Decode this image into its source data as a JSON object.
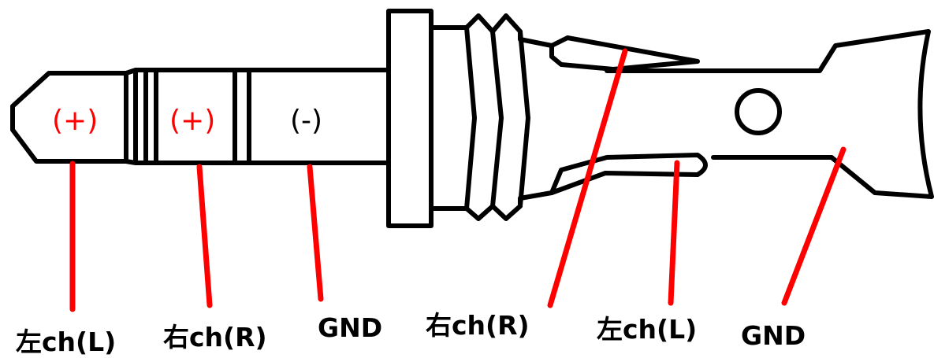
{
  "plug": {
    "tip_polarity": "(+)",
    "ring_polarity": "(+)",
    "sleeve_polarity": "(-)"
  },
  "plug_labels": {
    "tip": "左ch(L)",
    "ring": "右ch(R)",
    "sleeve": "GND"
  },
  "terminal_labels": {
    "right": "右ch(R)",
    "left": "左ch(L)",
    "ground": "GND"
  },
  "colors": {
    "outline": "#000000",
    "leader": "#ff0000",
    "positive": "#ff0000",
    "negative": "#000000"
  }
}
